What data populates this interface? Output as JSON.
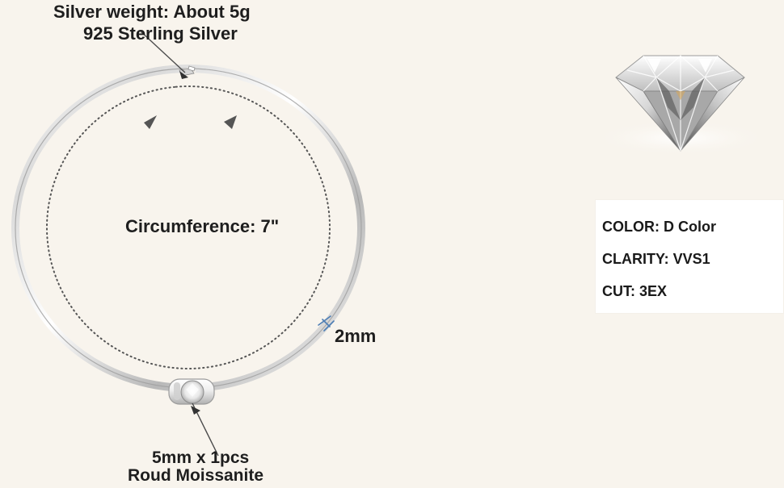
{
  "labels": {
    "weight": "Silver weight: About 5g",
    "silver": "925 Sterling Silver",
    "circumference": "Circumference: 7\"",
    "thickness": "2mm",
    "stone_size": "5mm x 1pcs",
    "stone_type": "Roud Moissanite"
  },
  "specs": {
    "color": "COLOR: D Color",
    "clarity": "CLARITY: VVS1",
    "cut": "CUT: 3EX"
  },
  "colors": {
    "background": "#f8f4ed",
    "text": "#1e1e1e",
    "silver_light": "#ffffff",
    "silver_mid": "#d9d9d9",
    "silver_dark": "#8f8f8f",
    "measure_blue": "#3d6fa6"
  },
  "icons": [
    "arrow-pointer-icon",
    "bracelet-graphic",
    "dotted-circle-guide",
    "diamond-graphic"
  ]
}
